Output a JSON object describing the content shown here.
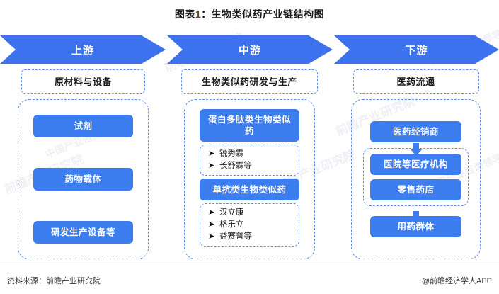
{
  "title": {
    "prefix": "图表",
    "number": "1",
    "separator": "：",
    "text": "生物类似药产业链结构图"
  },
  "stages": [
    {
      "label": "上游"
    },
    {
      "label": "中游"
    },
    {
      "label": "下游"
    }
  ],
  "columns": {
    "upstream": {
      "header": "原材料与设备",
      "items": [
        "试剂",
        "药物载体",
        "研发生产设备等"
      ]
    },
    "midstream": {
      "header": "生物类似药研发与生产",
      "group1": {
        "title": "蛋白多肽类生物类似药",
        "bullets": [
          "锐秀霖",
          "长舒霖等"
        ]
      },
      "group2": {
        "title": "单抗类生物类似药",
        "bullets": [
          "汉立康",
          "格乐立",
          "益赛普等"
        ]
      }
    },
    "downstream": {
      "header": "医药流通",
      "distributor": "医药经销商",
      "channels": [
        "医院等医疗机构",
        "零售药店"
      ],
      "consumer": "用药群体"
    }
  },
  "bullet_mark": "➤",
  "footer": {
    "source": "资料来源：前瞻产业研究院",
    "brand": "@前瞻经济学人APP"
  },
  "watermark": {
    "main": "前瞻产业研究院",
    "sub": "中国产业咨询领导者"
  },
  "colors": {
    "chevron": "#3c72ed",
    "pill": "#3c7ef0",
    "dashed_border": "#5b8def",
    "title_number": "#5b4326"
  }
}
